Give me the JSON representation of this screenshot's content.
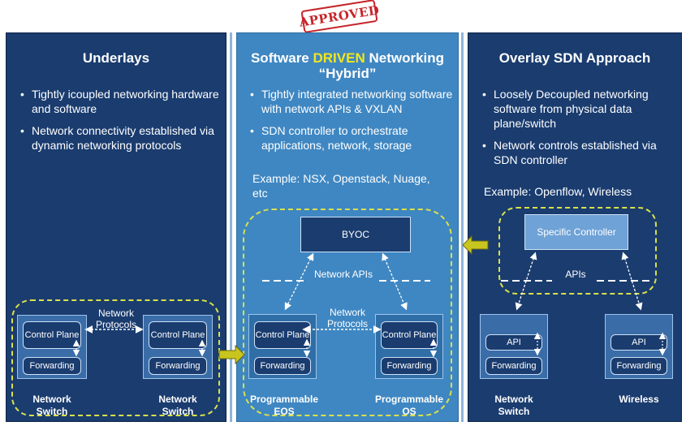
{
  "stamp": "APPROVED",
  "left": {
    "title": "Underlays",
    "bullets": [
      "Tightly icoupled networking hardware and software",
      "Network connectivity established via dynamic networking protocols"
    ],
    "protocols_label": "Network Protocols",
    "devices": [
      {
        "control": "Control Plane",
        "forwarding": "Forwarding",
        "label": "Network Switch"
      },
      {
        "control": "Control Plane",
        "forwarding": "Forwarding",
        "label": "Network Switch"
      }
    ]
  },
  "middle": {
    "title_part1": "Software ",
    "title_highlight": "DRIVEN",
    "title_part2": " Networking",
    "subtitle": "“Hybrid”",
    "bullets": [
      "Tightly integrated networking software with network APIs & VXLAN",
      "SDN controller to orchestrate applications, network, storage"
    ],
    "example": "Example: NSX, Openstack, Nuage, etc",
    "controller": "BYOC",
    "api_label": "Network APIs",
    "protocols_label": "Network Protocols",
    "devices": [
      {
        "control": "Control Plane",
        "forwarding": "Forwarding",
        "label": "Programmable EOS"
      },
      {
        "control": "Control Plane",
        "forwarding": "Forwarding",
        "label": "Programmable OS"
      }
    ]
  },
  "right": {
    "title": "Overlay SDN Approach",
    "bullets": [
      "Loosely Decoupled networking software from physical data plane/switch",
      "Network controls established via SDN controller"
    ],
    "example": "Example: Openflow, Wireless",
    "controller": "Specific Controller",
    "api_label": "APIs",
    "devices": [
      {
        "api": "API",
        "forwarding": "Forwarding",
        "label": "Network Switch"
      },
      {
        "api": "API",
        "forwarding": "Forwarding",
        "label": "Wireless"
      }
    ]
  },
  "colors": {
    "dark_panel": "#1a3c6f",
    "mid_panel": "#3f87c2",
    "highlight": "#f2e61c",
    "dashed": "#d9e14a",
    "stamp": "#c6252a"
  }
}
